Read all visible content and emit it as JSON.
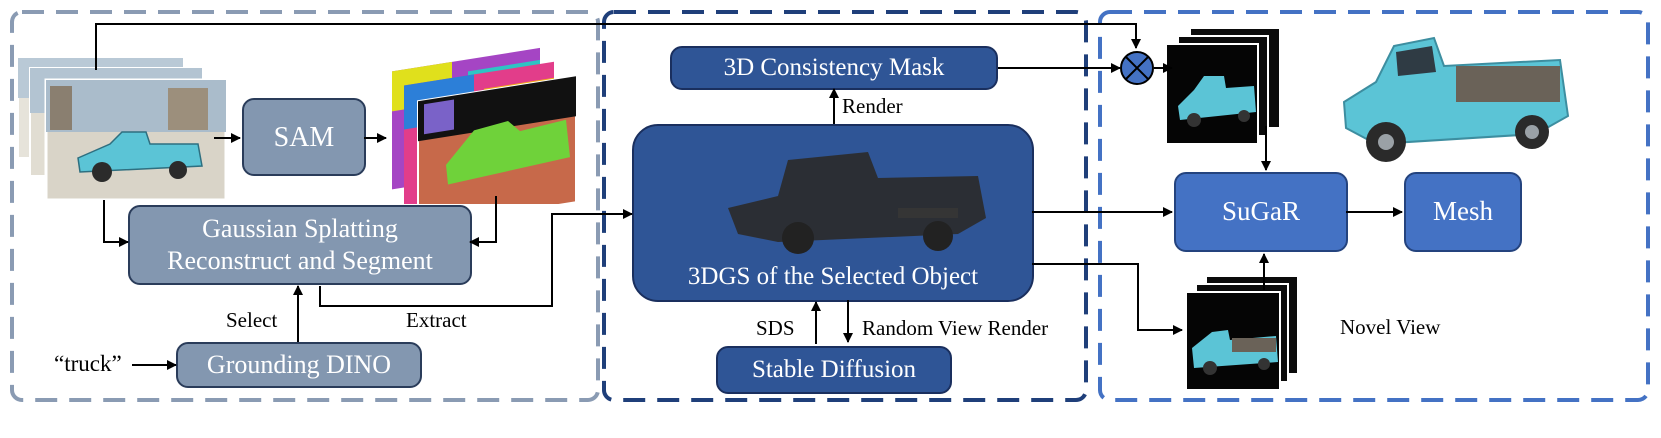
{
  "stage1": {
    "sam_label": "SAM",
    "gaussian_label_line1": "Gaussian Splatting",
    "gaussian_label_line2": "Reconstruct and Segment",
    "grounding_label": "Grounding DINO",
    "prompt_text": "“truck”",
    "select_label": "Select",
    "extract_label": "Extract"
  },
  "stage2": {
    "mask_label": "3D Consistency Mask",
    "render_label": "Render",
    "object_label": "3DGS of the Selected Object",
    "sds_label": "SDS",
    "random_view_label": "Random View Render",
    "diffusion_label": "Stable Diffusion"
  },
  "stage3": {
    "sugar_label": "SuGaR",
    "mesh_label": "Mesh",
    "novel_view_label": "Novel View"
  },
  "colors": {
    "stage1_border": "#8a9bb3",
    "stage2_border": "#1f3f7a",
    "stage3_border": "#4472c4",
    "gray_box": "#8397b0",
    "navy_box": "#2f5596",
    "blue_box": "#4472c4",
    "truck": "#5bc4d6"
  }
}
